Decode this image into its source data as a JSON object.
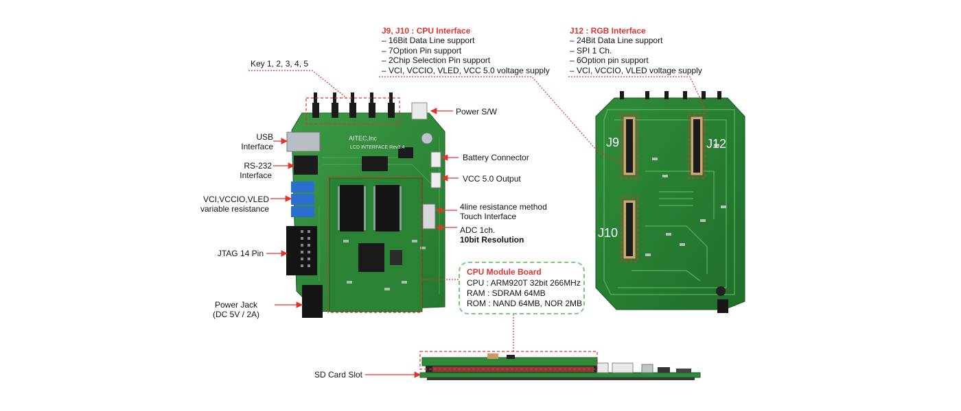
{
  "colors": {
    "accent": "#e5322a",
    "board_green": "#2f8a3a",
    "box_border": "#7cc77c"
  },
  "labels": {
    "keys": "Key 1, 2, 3, 4, 5",
    "power_sw": "Power S/W",
    "usb": [
      "USB",
      "Interface"
    ],
    "rs232": [
      "RS-232",
      "Interface"
    ],
    "variable_resistance": [
      "VCI,VCCIO,VLED",
      "variable resistance"
    ],
    "jtag": "JTAG 14 Pin",
    "power_jack": [
      "Power Jack",
      "(DC 5V / 2A)"
    ],
    "battery": "Battery Connector",
    "vcc_out": "VCC 5.0 Output",
    "touch": [
      "4line resistance method",
      "Touch Interface"
    ],
    "adc": [
      "ADC 1ch.",
      "10bit Resolution"
    ],
    "sd_card": "SD Card Slot"
  },
  "board_text": {
    "brand": "AITEC,Inc",
    "name": "LCD INTERFACE Rev3.4",
    "j9": "J9",
    "j10": "J10",
    "j12": "J12"
  },
  "cpu_interface": {
    "title": "J9, J10 : CPU Interface",
    "items": [
      "– 16Bit Data Line support",
      "– 7Option Pin support",
      "– 2Chip Selection Pin support",
      "– VCI, VCCIO, VLED, VCC 5.0 voltage supply"
    ]
  },
  "rgb_interface": {
    "title": "J12 : RGB Interface",
    "items": [
      "– 24Bit Data Line support",
      "– SPI 1 Ch.",
      "– 6Option pin support",
      "– VCI, VCCIO, VLED voltage supply"
    ]
  },
  "cpu_module": {
    "title": "CPU Module Board",
    "lines": [
      "CPU : ARM920T 32bit 266MHz",
      "RAM : SDRAM 64MB",
      "ROM : NAND 64MB, NOR 2MB"
    ]
  }
}
